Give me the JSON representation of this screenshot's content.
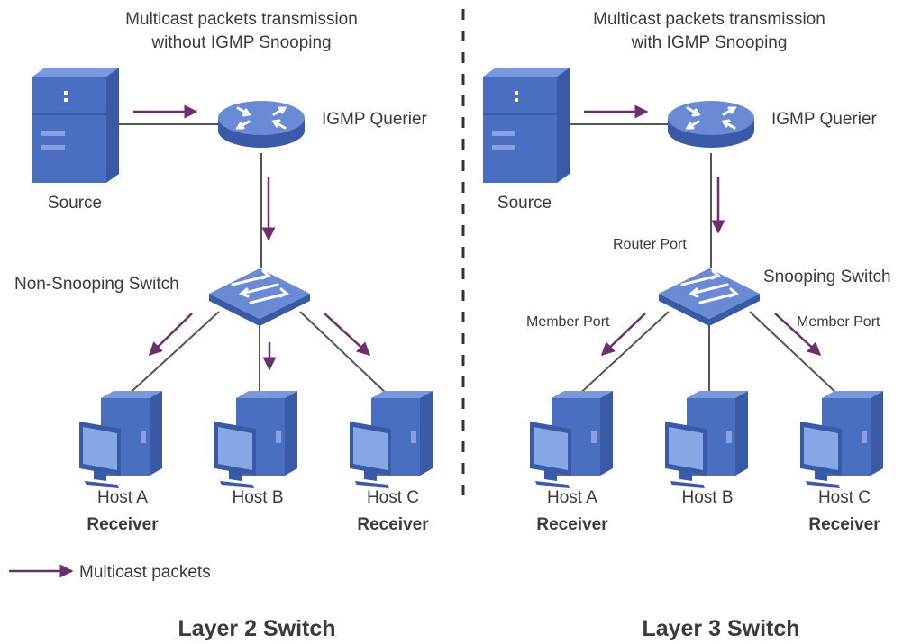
{
  "colors": {
    "device_blue": "#4a6fc1",
    "device_light": "#7b97de",
    "device_dark": "#3a5aa8",
    "arrow_purple": "#6b2f6d",
    "line_gray": "#555555",
    "text": "#3b3b3b"
  },
  "panels": [
    {
      "id": "left",
      "title_line1": "Multicast packets transmission",
      "title_line2": "without IGMP Snooping",
      "source_label": "Source",
      "querier_label": "IGMP Querier",
      "switch_label": "Non-Snooping Switch",
      "router_port_label": "",
      "member_port_left": "",
      "member_port_right": "",
      "hosts": [
        {
          "name": "Host A",
          "role": "Receiver"
        },
        {
          "name": "Host B",
          "role": ""
        },
        {
          "name": "Host C",
          "role": "Receiver"
        }
      ],
      "footer": "Layer 2 Switch"
    },
    {
      "id": "right",
      "title_line1": "Multicast packets transmission",
      "title_line2": "with IGMP Snooping",
      "source_label": "Source",
      "querier_label": "IGMP Querier",
      "switch_label": "Snooping Switch",
      "router_port_label": "Router Port",
      "member_port_left": "Member Port",
      "member_port_right": "Member Port",
      "hosts": [
        {
          "name": "Host A",
          "role": "Receiver"
        },
        {
          "name": "Host B",
          "role": ""
        },
        {
          "name": "Host C",
          "role": "Receiver"
        }
      ],
      "footer": "Layer 3 Switch"
    }
  ],
  "legend": {
    "label": "Multicast packets",
    "icon": "purple-arrow-icon"
  }
}
